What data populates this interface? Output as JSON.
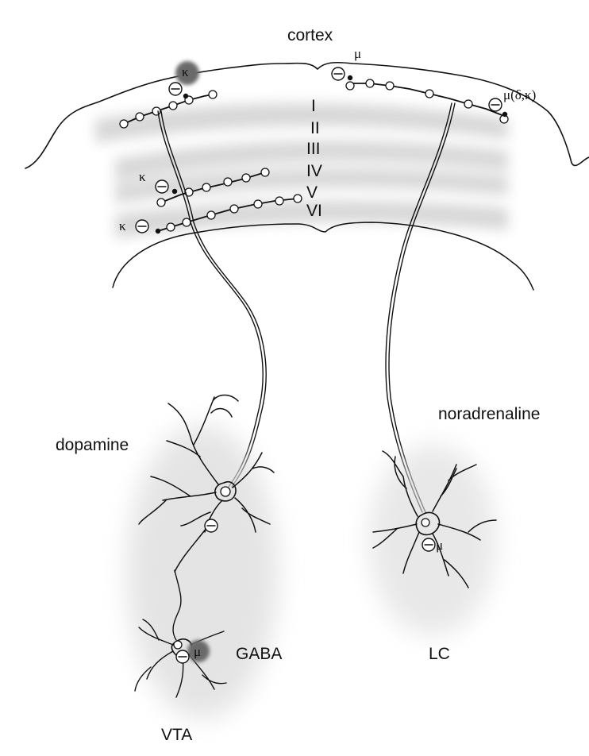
{
  "labels": {
    "cortex": "cortex",
    "dopamine": "dopamine",
    "noradrenaline": "noradrenaline",
    "gaba": "GABA",
    "lc": "LC",
    "vta": "VTA"
  },
  "layers": [
    "I",
    "II",
    "III",
    "IV",
    "V",
    "VI"
  ],
  "receptors": {
    "kappa_top": "κ",
    "mu_top": "μ",
    "mu_delta_kappa": "μ(δ,κ)",
    "kappa_layer5": "κ",
    "kappa_layer6": "κ",
    "mu_lc": "μ",
    "mu_gaba": "μ"
  },
  "colors": {
    "ink": "#111111",
    "shade": "#d6d6d6",
    "receptor_blob": "#6a6a6a"
  }
}
